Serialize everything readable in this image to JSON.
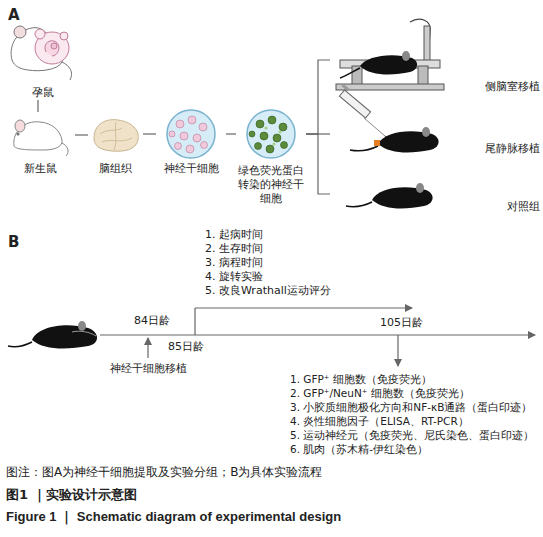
{
  "diagram": {
    "nodes": [
      {
        "text": [
          "孕鼠"
        ]
      },
      {
        "text": [
          "新生鼠"
        ]
      },
      {
        "text": [
          "脑组织"
        ]
      },
      {
        "text": [
          "神经干细胞"
        ]
      },
      {
        "text": [
          "绿色荧光蛋白转染的神经干细胞"
        ]
      },
      {
        "text": [
          "侧脑室移植"
        ]
      },
      {
        "text": [
          "尾静脉移植"
        ]
      },
      {
        "text": [
          "对照组"
        ]
      }
    ],
    "edges": [
      {
        "from": 0,
        "to": 1,
        "arrow": "none"
      },
      {
        "from": 1,
        "to": 2,
        "arrow": "none"
      },
      {
        "from": 2,
        "to": 3,
        "arrow": "none"
      },
      {
        "from": 3,
        "to": 4,
        "arrow": "none"
      },
      {
        "from": 4,
        "to": 5,
        "arrow": "none"
      },
      {
        "from": 4,
        "to": 6,
        "arrow": "none"
      },
      {
        "from": 4,
        "to": 7,
        "arrow": "none"
      }
    ],
    "labels": [
      "A",
      "B",
      "1. 起病时间",
      "2. 生存时间",
      "3. 病程时间",
      "4. 旋转实验",
      "5. 改良Wrathall运动评分",
      "84日龄",
      "85日龄",
      "105日龄",
      "神经干细胞移植",
      "1. GFP⁺ 细胞数（免疫荧光）",
      "2. GFP⁺/NeuN⁺ 细胞数（免疫荧光）",
      "3. 小胶质细胞极化方向和NF-κB通路（蛋白印迹）",
      "4. 炎性细胞因子（ELISA、RT-PCR）",
      "5. 运动神经元（免疫荧光、尼氏染色、蛋白印迹）",
      "6. 肌肉（苏木精-伊红染色）",
      "图注：图A为神经干细胞提取及实验分组；B为具体实验流程",
      "图1 ｜实验设计示意图",
      "Figure 1 ｜ Schematic diagram of experimental design"
    ]
  }
}
